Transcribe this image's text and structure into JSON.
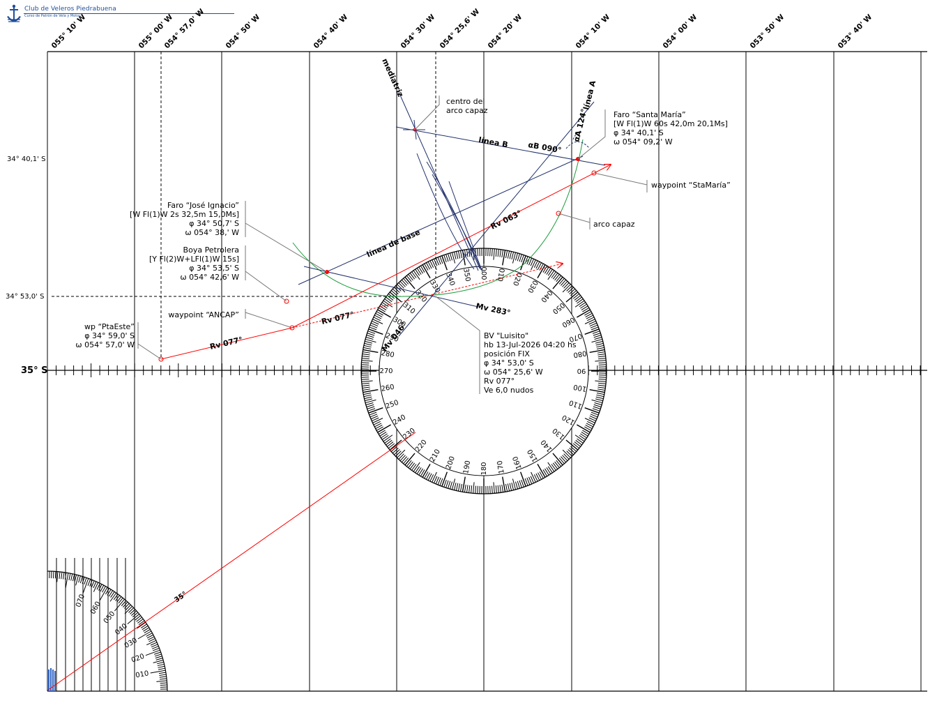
{
  "header": {
    "club_name": "Club de Veleros Piedrabuena",
    "course_name": "Curso de Patrón de Vela y Motor",
    "logo_icon": "anchor-logo-icon",
    "brand_color": "#1f4e9a"
  },
  "longitude_labels": [
    "055° 10' W",
    "055° 00' W",
    "054° 57,0' W",
    "054° 50' W",
    "054° 40' W",
    "054° 30' W",
    "054° 25,6' W",
    "054° 20' W",
    "054° 10' W",
    "054° 00' W",
    "053° 50' W",
    "053° 40' W"
  ],
  "latitude_labels": {
    "lat_1": "34° 40,1' S",
    "lat_2": "34° 53,0' S",
    "lat_3": "35° S"
  },
  "annotations": {
    "mediatriz": "mediatriz",
    "linea_a": "línea A",
    "linea_b": "línea B",
    "linea_base": "línea de base",
    "alpha_b": "αB 090°",
    "alpha_a": "αA 124°",
    "rv_063": "Rv 063°",
    "rv_077_upper": "Rv 077°",
    "rv_077_lower": "Rv 077°",
    "mv_283": "Mv 283°",
    "mv_046": "Mv 046°",
    "angle_35": "35°",
    "centro_arco": [
      "centro del",
      "arco capaz"
    ],
    "arco_capaz": "arco capaz",
    "faro_santa_maria": [
      "Faro “Santa María”",
      "[W Fl(1)W 60s 42,0m 20,1Ms]",
      "φ 34° 40,1' S",
      "ω 054° 09,2' W"
    ],
    "waypoint_stamaria": "waypoint “StaMaría”",
    "faro_jose_ignacio": [
      "Faro “José Ignacio”",
      "[W Fl(1)W 2s 32,5m 15,0Ms]",
      "φ 34° 50,7' S",
      "ω 054° 38,' W"
    ],
    "boya_petrolera": [
      "Boya Petrolera",
      "[Y Fl(2)W+LFl(1)W 15s]",
      "φ 34° 53,5' S",
      "ω 054° 42,6' W"
    ],
    "waypoint_ancap": "waypoint “ANCAP”",
    "wp_ptaeste": [
      "wp “PtaEste”",
      "φ 34° 59,0' S",
      "ω 054° 57,0' W"
    ],
    "bv_luisito": [
      "BV \"Luisito\"",
      "hb 13-Jul-2026 04:20 hs",
      "posición FIX",
      "φ 34° 53,0' S",
      "ω 054° 25,6' W",
      "Rv 077°",
      "Ve 6,0 nudos"
    ]
  },
  "compass_rose": {
    "labels": [
      "000",
      "010",
      "020",
      "030",
      "040",
      "050",
      "060",
      "070",
      "080",
      "90",
      "100",
      "110",
      "120",
      "130",
      "140",
      "150",
      "160",
      "170",
      "180",
      "190",
      "200",
      "210",
      "220",
      "230",
      "240",
      "250",
      "260",
      "270",
      "280",
      "290",
      "300",
      "310",
      "320",
      "330",
      "340",
      "350"
    ]
  },
  "protractor_labels": [
    "010",
    "020",
    "030",
    "040",
    "050",
    "060",
    "070"
  ],
  "colors": {
    "route": "#ff0000",
    "bearing_lines": "#1f2f6b",
    "arc": "#1a9c3a",
    "grid": "#000000"
  }
}
